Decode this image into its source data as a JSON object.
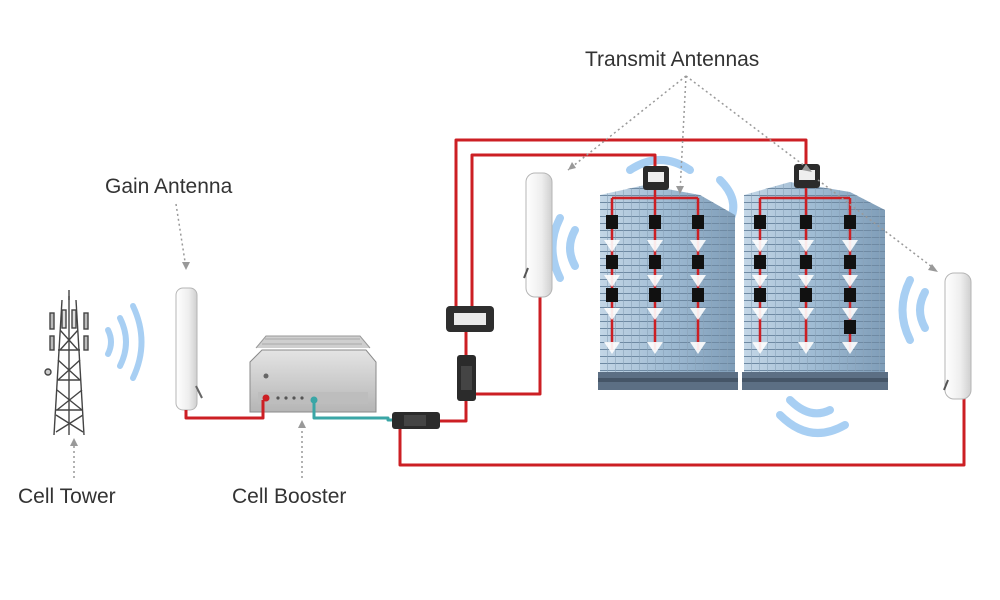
{
  "labels": {
    "transmit_antennas": "Transmit Antennas",
    "gain_antenna": "Gain Antenna",
    "cell_tower": "Cell Tower",
    "cell_booster": "Cell Booster"
  },
  "colors": {
    "cable": "#cc1f24",
    "coax_teal": "#3aa6a6",
    "signal_wave": "#7cb6ee",
    "building_glass": "#a8c4da",
    "building_dark": "#5c6f84",
    "leader_line": "#9a9a9a",
    "label_text": "#333333"
  }
}
